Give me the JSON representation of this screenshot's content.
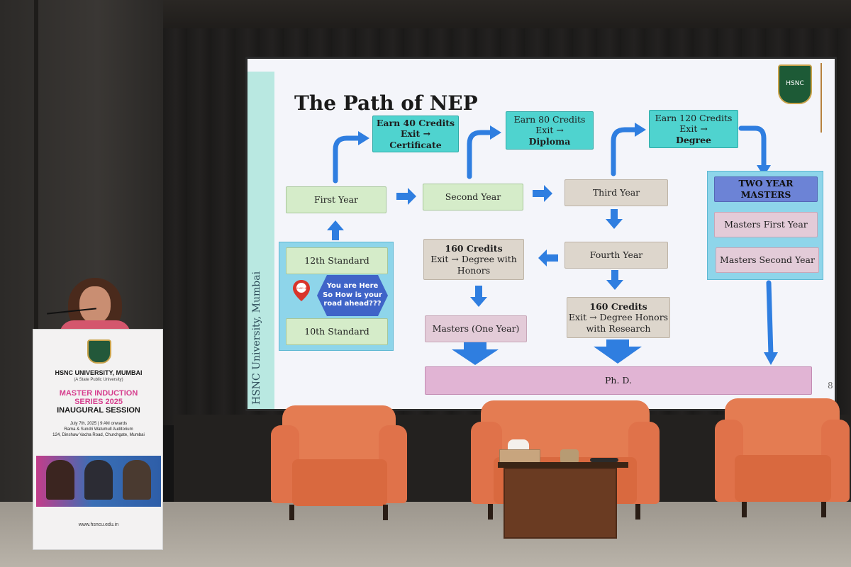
{
  "slide": {
    "title": "The Path of NEP",
    "side_label": "HSNC University, Mumbai",
    "logo_text": "HSNC",
    "page_number": "8",
    "exit_certificate": {
      "line1": "Earn 40 Credits",
      "line2": "Exit →",
      "line3": "Certificate"
    },
    "exit_diploma": {
      "line1": "Earn 80 Credits",
      "line2": "Exit →",
      "line3": "Diploma"
    },
    "exit_degree": {
      "line1": "Earn 120 Credits",
      "line2": "Exit →",
      "line3": "Degree"
    },
    "first_year": "First Year",
    "second_year": "Second Year",
    "third_year": "Third Year",
    "fourth_year": "Fourth Year",
    "twelfth": "12th Standard",
    "tenth": "10th Standard",
    "you_are_here": {
      "line1": "You are Here",
      "line2": "So How is your",
      "line3": "road ahead???"
    },
    "pin_label": "YOU ARE HERE",
    "honors": {
      "line1": "160 Credits",
      "line2": "Exit → Degree with",
      "line3": "Honors"
    },
    "honors_research": {
      "line1": "160 Credits",
      "line2": "Exit → Degree Honors",
      "line3": "with Research"
    },
    "masters_one_year": "Masters (One Year)",
    "two_year_masters": "TWO YEAR MASTERS",
    "masters_first_year": "Masters First Year",
    "masters_second_year": "Masters Second Year",
    "phd": "Ph. D."
  },
  "podium": {
    "university": "HSNC UNIVERSITY, MUMBAI",
    "subtitle": "(A State Public University)",
    "series_line1": "MASTER INDUCTION",
    "series_line2": "SERIES 2025",
    "session": "INAUGURAL SESSION",
    "date_line1": "July 7th, 2025 | 9 AM onwards",
    "date_line2": "Rama & Sundri Watumull Auditorium",
    "date_line3": "124, Dinshaw Vacha Road, Churchgate, Mumbai",
    "url": "www.hsncu.edu.in"
  },
  "colors": {
    "teal_box": "#4fd3cf",
    "arrow_blue": "#2f7ee0",
    "chair_orange": "#e47c52",
    "podium_pink": "#d63e8e"
  }
}
